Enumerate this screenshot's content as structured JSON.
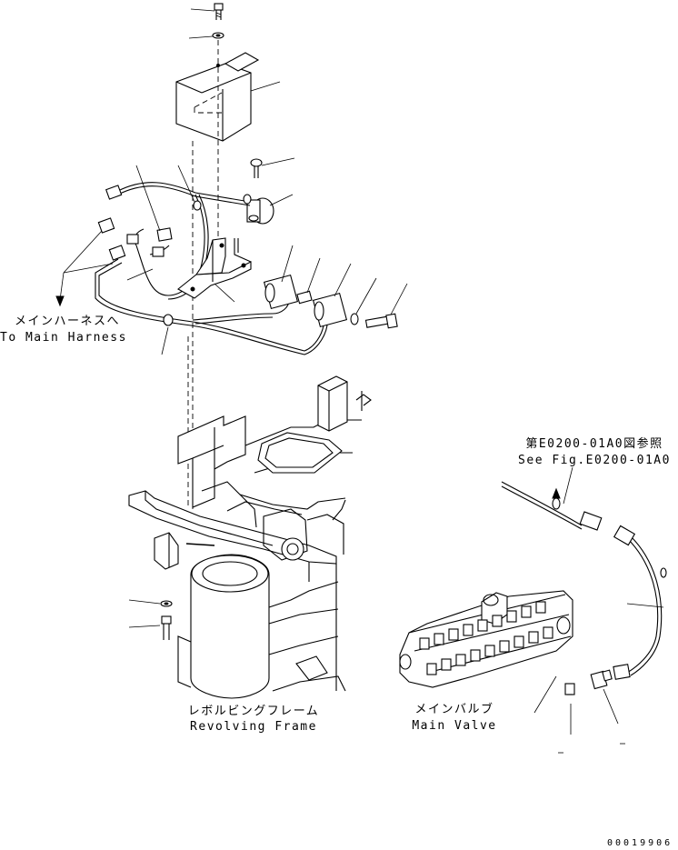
{
  "labels": {
    "to_main_harness_jp": "メインハーネスへ",
    "to_main_harness_en": "To Main Harness",
    "see_fig_jp": "第E0200-01A0図参照",
    "see_fig_en": "See Fig.E0200-01A0",
    "revolving_frame_jp": "レボルビングフレーム",
    "revolving_frame_en": "Revolving Frame",
    "main_valve_jp": "メインバルブ",
    "main_valve_en": "Main Valve",
    "drawing_number": "00019906"
  }
}
